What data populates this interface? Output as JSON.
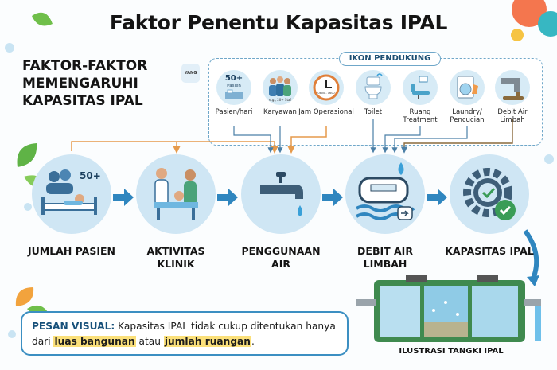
{
  "title": "Faktor Penentu Kapasitas IPAL",
  "left_heading": {
    "line1": "FAKTOR-FAKTOR",
    "tag": "YANG",
    "line2": "MEMENGARUHI",
    "line3": "KAPASITAS IPAL"
  },
  "support": {
    "title": "IKON PENDUKUNG",
    "patients_icon_line1": "50+",
    "patients_icon_line2": "Pasien",
    "staff_note": "e.g., 20+ Staf",
    "clock_note": "0800 - 1600",
    "items": [
      {
        "label": "Pasien/hari"
      },
      {
        "label": "Karyawan"
      },
      {
        "label": "Jam Operasional"
      },
      {
        "label": "Toilet"
      },
      {
        "label": "Ruang Treatment"
      },
      {
        "label": "Laundry/ Pencucian"
      },
      {
        "label": "Debit Air Limbah"
      }
    ]
  },
  "steps": [
    {
      "label": "JUMLAH PASIEN",
      "badge": "50+"
    },
    {
      "label": "AKTIVITAS KLINIK"
    },
    {
      "label": "PENGGUNAAN AIR"
    },
    {
      "label": "DEBIT AIR LIMBAH"
    },
    {
      "label": "KAPASITAS IPAL"
    }
  ],
  "message": {
    "prefix": "PESAN VISUAL:",
    "text1": " Kapasitas IPAL tidak cukup ditentukan hanya dari ",
    "hl1": "luas bangunan",
    "mid": " atau ",
    "hl2": "jumlah ruangan",
    "end": "."
  },
  "tank_caption": "ILUSTRASI TANGKI IPAL",
  "colors": {
    "accent": "#3c8fc2",
    "arrow": "#2f86bf",
    "orange": "#e69a4b",
    "highlight": "#fbe07a",
    "circle": "#cfe6f4"
  }
}
